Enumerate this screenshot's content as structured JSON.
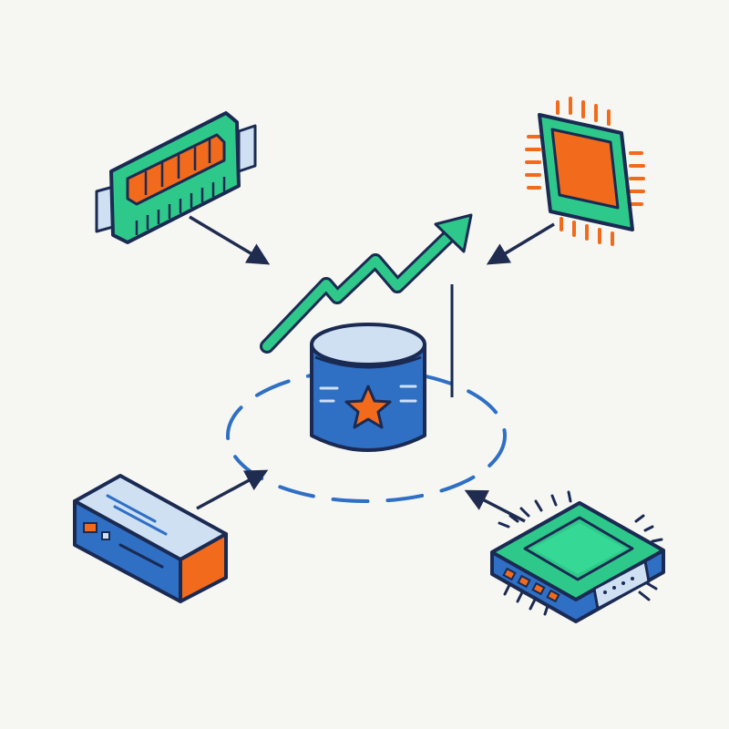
{
  "diagram": {
    "center": {
      "icon": "storage-canister-star-icon",
      "ring": "dashed-orbit-ring",
      "trend": "rising-trend-arrow-icon"
    },
    "nodes": [
      {
        "id": "memory-module",
        "icon": "ram-module-icon"
      },
      {
        "id": "processor-chip",
        "icon": "cpu-chip-icon"
      },
      {
        "id": "server-box",
        "icon": "server-unit-icon"
      },
      {
        "id": "chipset-board",
        "icon": "chipset-board-icon"
      }
    ],
    "edges": [
      {
        "from": "memory-module",
        "to": "center"
      },
      {
        "from": "processor-chip",
        "to": "center"
      },
      {
        "from": "server-box",
        "to": "center"
      },
      {
        "from": "chipset-board",
        "to": "center"
      }
    ]
  },
  "palette": {
    "outline": "#1a2a52",
    "blue": "#2f6fc4",
    "light_blue": "#cfe0f3",
    "green": "#2ec98a",
    "orange": "#f26a1b",
    "arrow": "#1f2c4f",
    "background": "#f6f7f3"
  }
}
